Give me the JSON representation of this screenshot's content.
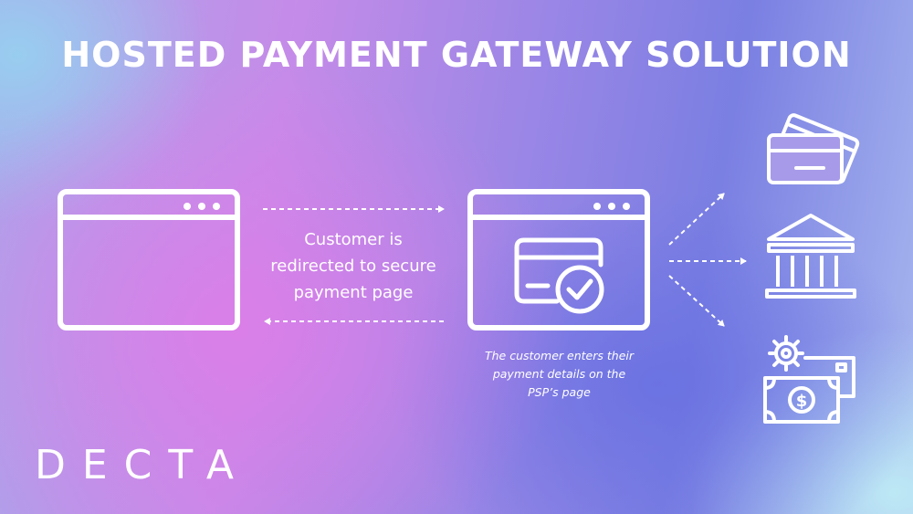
{
  "title": "HOSTED PAYMENT GATEWAY SOLUTION",
  "middle_text": [
    "Customer is",
    "redirected to secure",
    "payment page"
  ],
  "psp_note": [
    "The customer enters their",
    "payment details on the",
    "PSP’s page"
  ],
  "logo": "DECTA",
  "icons": {
    "merchant_page": "browser-window-icon",
    "payment_page": "payment-card-check-icon",
    "cards": "credit-cards-icon",
    "bank": "bank-icon",
    "money": "cash-gear-icon"
  },
  "colors": {
    "foreground": "#ffffff"
  }
}
